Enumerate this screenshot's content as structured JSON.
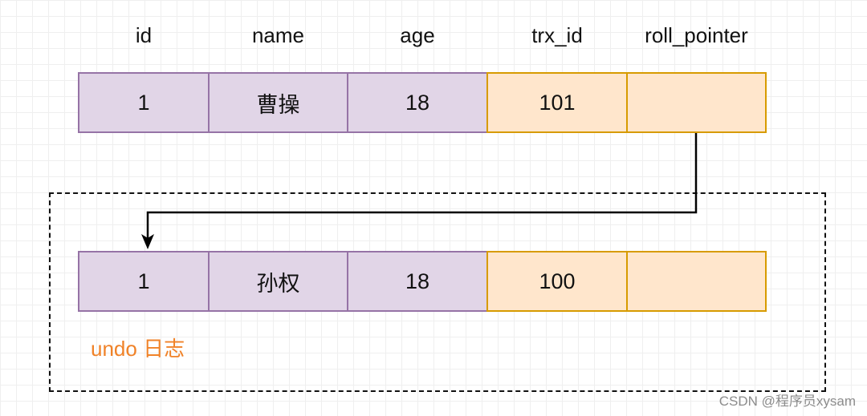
{
  "headers": {
    "id": "id",
    "name": "name",
    "age": "age",
    "trx_id": "trx_id",
    "roll_pointer": "roll_pointer"
  },
  "current_row": {
    "id": "1",
    "name": "曹操",
    "age": "18",
    "trx_id": "101",
    "roll_pointer": ""
  },
  "undo_row": {
    "id": "1",
    "name": "孙权",
    "age": "18",
    "trx_id": "100",
    "roll_pointer": ""
  },
  "undo_log_label": "undo 日志",
  "watermark": "CSDN @程序员xysam",
  "colors": {
    "data_fill": "#e1d5e7",
    "data_border": "#9673a6",
    "meta_fill": "#ffe6cc",
    "meta_border": "#d79b00",
    "undo_label": "#f08228"
  }
}
